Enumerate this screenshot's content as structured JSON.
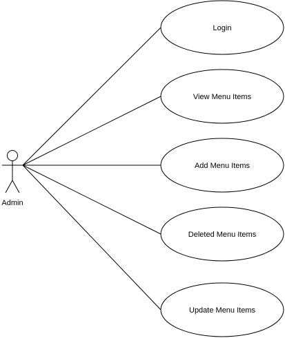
{
  "actor": {
    "label": "Admin"
  },
  "use_cases": [
    {
      "label": "Login"
    },
    {
      "label": "View Menu Items"
    },
    {
      "label": "Add Menu Items"
    },
    {
      "label": "Deleted Menu Items"
    },
    {
      "label": "Update Menu Items"
    }
  ]
}
